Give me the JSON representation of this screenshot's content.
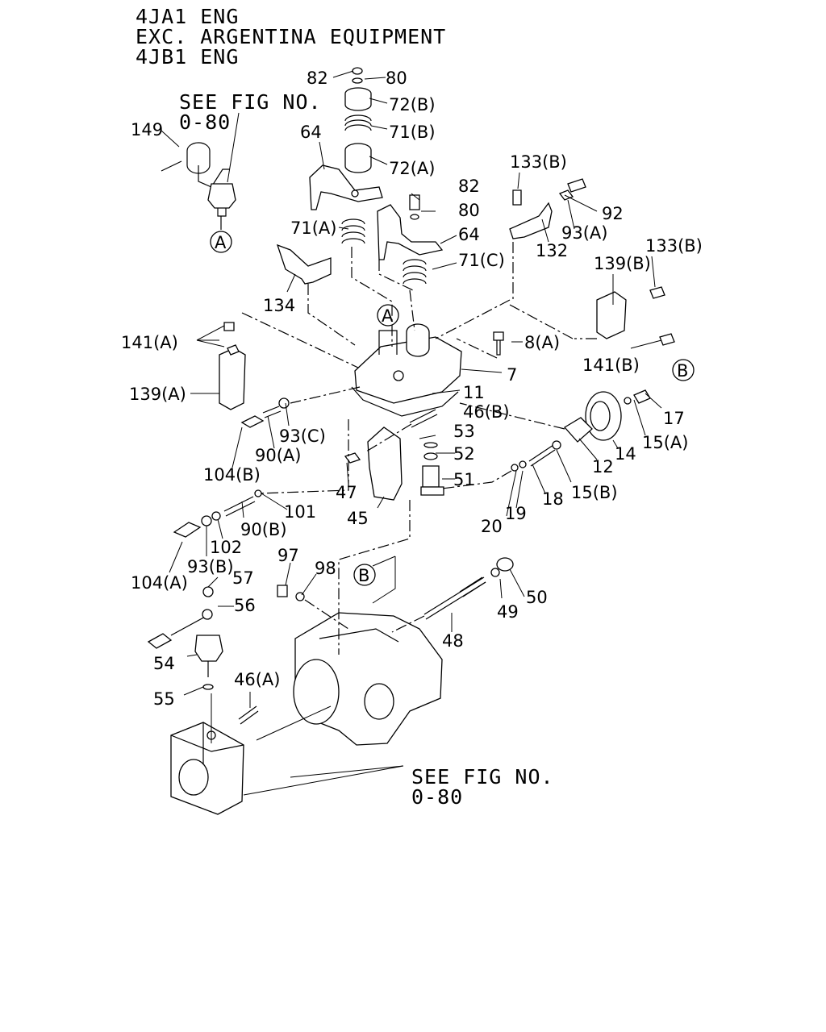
{
  "header": {
    "line1": "4JA1 ENG",
    "line2": "EXC. ARGENTINA EQUIPMENT",
    "line3": "4JB1 ENG"
  },
  "refs": {
    "see_fig_top": "SEE FIG NO.",
    "fig_top": "0-80",
    "see_fig_bottom": "SEE FIG NO.",
    "fig_bottom": "0-80"
  },
  "circle_markers": [
    "A",
    "A",
    "B",
    "B"
  ],
  "callouts": [
    "82",
    "80",
    "72(B)",
    "71(B)",
    "64",
    "72(A)",
    "149",
    "82",
    "80",
    "64",
    "71(A)",
    "71(C)",
    "134",
    "133(B)",
    "92",
    "93(A)",
    "132",
    "133(B)",
    "139(B)",
    "141(A)",
    "8(A)",
    "141(B)",
    "7",
    "139(A)",
    "11",
    "46(B)",
    "93(C)",
    "90(A)",
    "104(B)",
    "53",
    "52",
    "51",
    "47",
    "45",
    "17",
    "15(A)",
    "14",
    "12",
    "15(B)",
    "18",
    "19",
    "20",
    "101",
    "90(B)",
    "102",
    "93(B)",
    "104(A)",
    "97",
    "98",
    "57",
    "56",
    "54",
    "55",
    "46(A)",
    "48",
    "49",
    "50"
  ]
}
